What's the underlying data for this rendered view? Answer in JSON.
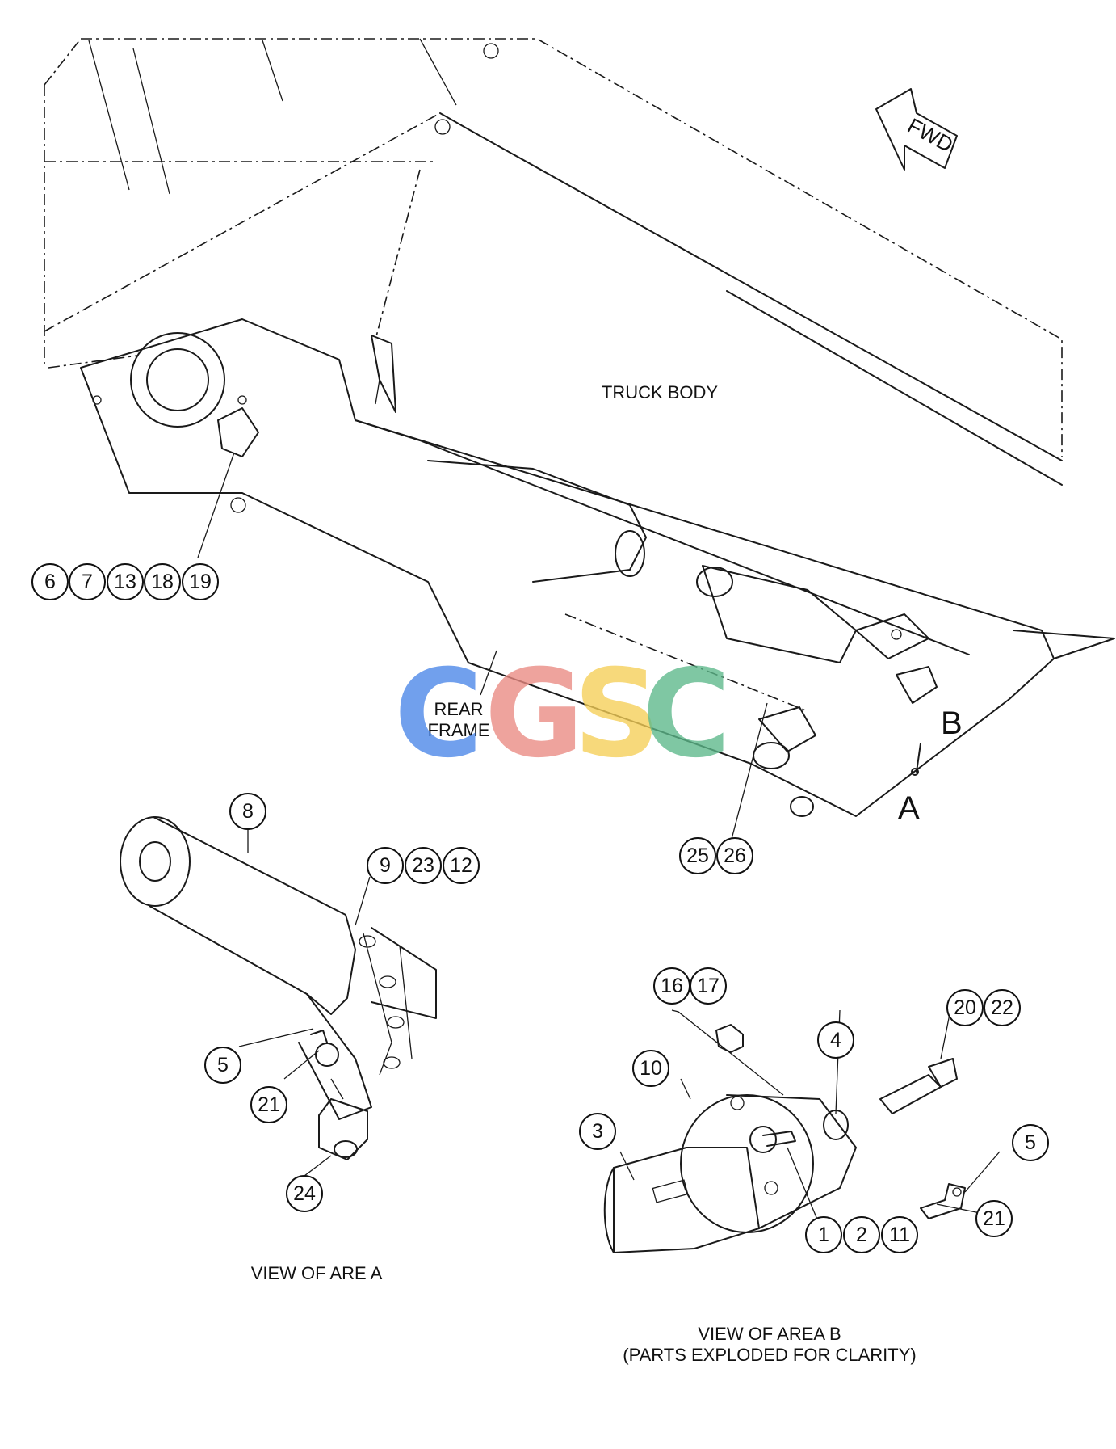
{
  "callouts": [
    {
      "id": "c6",
      "text": "6"
    },
    {
      "id": "c7",
      "text": "7"
    },
    {
      "id": "c13",
      "text": "13"
    },
    {
      "id": "c18",
      "text": "18"
    },
    {
      "id": "c19",
      "text": "19"
    },
    {
      "id": "c8",
      "text": "8"
    },
    {
      "id": "c9",
      "text": "9"
    },
    {
      "id": "c23",
      "text": "23"
    },
    {
      "id": "c12",
      "text": "12"
    },
    {
      "id": "c5a",
      "text": "5"
    },
    {
      "id": "c21a",
      "text": "21"
    },
    {
      "id": "c24",
      "text": "24"
    },
    {
      "id": "c25",
      "text": "25"
    },
    {
      "id": "c26",
      "text": "26"
    },
    {
      "id": "c16",
      "text": "16"
    },
    {
      "id": "c17",
      "text": "17"
    },
    {
      "id": "c4",
      "text": "4"
    },
    {
      "id": "c20",
      "text": "20"
    },
    {
      "id": "c22",
      "text": "22"
    },
    {
      "id": "c10",
      "text": "10"
    },
    {
      "id": "c3",
      "text": "3"
    },
    {
      "id": "c5b",
      "text": "5"
    },
    {
      "id": "c21b",
      "text": "21"
    },
    {
      "id": "c1",
      "text": "1"
    },
    {
      "id": "c2",
      "text": "2"
    },
    {
      "id": "c11",
      "text": "11"
    }
  ],
  "labels": {
    "truck_body": "TRUCK BODY",
    "rear_frame_1": "REAR",
    "rear_frame_2": "FRAME",
    "fwd": "FWD",
    "area_a": "A",
    "area_b": "B",
    "view_a": "VIEW OF ARE A",
    "view_b_1": "VIEW OF AREA B",
    "view_b_2": "(PARTS EXPLODED FOR CLARITY)"
  },
  "watermark": {
    "letters": [
      "C",
      "G",
      "S",
      "C"
    ],
    "colors": [
      "#4a86e8",
      "#ea8a82",
      "#f6cf57",
      "#5cb88a"
    ]
  }
}
